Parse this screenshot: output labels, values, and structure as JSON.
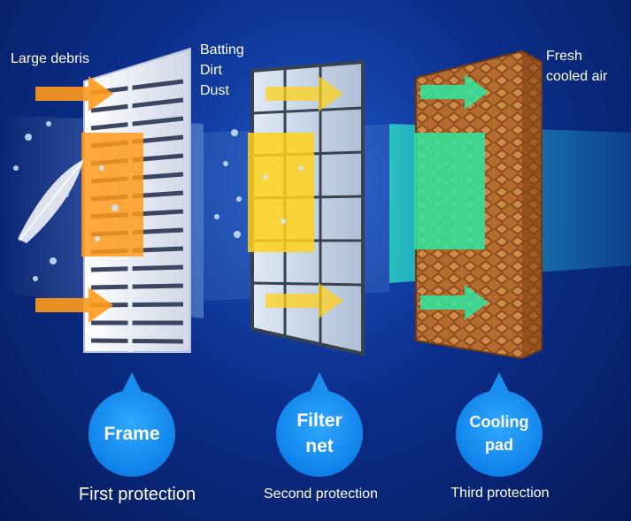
{
  "labels": {
    "large_debris": "Large debris",
    "batting": "Batting",
    "dirt": "Dirt",
    "dust": "Dust",
    "fresh": "Fresh",
    "cooled_air": "cooled air"
  },
  "stages": [
    {
      "title_line1": "Frame",
      "title_line2": "",
      "caption": "First protection"
    },
    {
      "title_line1": "Filter",
      "title_line2": "net",
      "caption": "Second protection"
    },
    {
      "title_line1": "Cooling",
      "title_line2": "pad",
      "caption": "Third protection"
    }
  ],
  "colors": {
    "background": "#0c2f8c",
    "bubble": "#1a8df0",
    "arrow_orange": "#ff9a1a",
    "arrow_yellow": "#ffd21a",
    "arrow_green": "#2ee8a0",
    "pad_brown": "#a8622a"
  }
}
